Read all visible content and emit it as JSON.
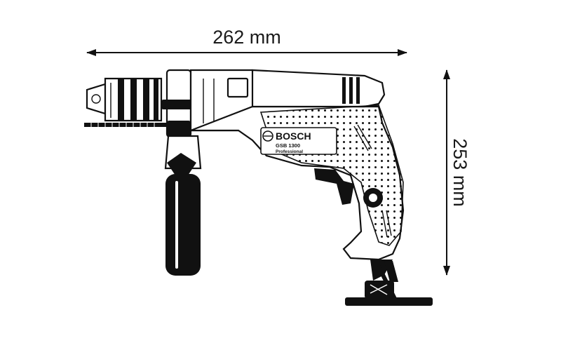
{
  "dimensions": {
    "width_label": "262 mm",
    "height_label": "253 mm"
  },
  "product": {
    "brand": "BOSCH",
    "model": "GSB 1300",
    "line": "Professional"
  }
}
